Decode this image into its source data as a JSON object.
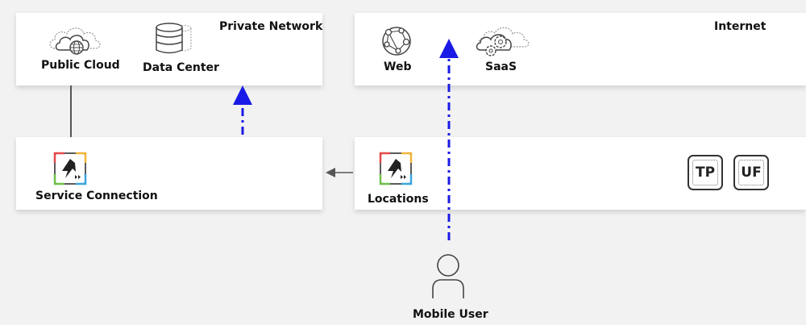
{
  "private_network": {
    "title": "Private Network",
    "items": [
      {
        "label": "Public Cloud",
        "icon": "cloud-globe-icon"
      },
      {
        "label": "Data Center",
        "icon": "database-icon"
      }
    ]
  },
  "internet": {
    "title": "Internet",
    "items": [
      {
        "label": "Web",
        "icon": "web-network-icon"
      },
      {
        "label": "SaaS",
        "icon": "cloud-gears-icon"
      }
    ]
  },
  "service_connection": {
    "label": "Service Connection",
    "icon": "prisma-access-logo-icon"
  },
  "locations": {
    "label": "Locations",
    "icon": "prisma-access-logo-icon",
    "badges": [
      "TP",
      "UF"
    ]
  },
  "mobile_user": {
    "label": "Mobile User",
    "icon": "user-icon"
  },
  "colors": {
    "dashed_arrow": "#1a1ae6",
    "connector": "#555555",
    "panel": "#ffffff",
    "background": "#f2f2f2"
  }
}
